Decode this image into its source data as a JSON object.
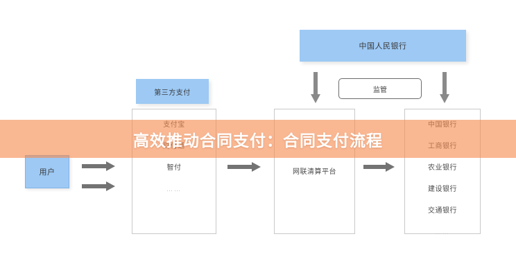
{
  "banner": {
    "title": "高效推动合同支付：合同支付流程",
    "background_color": "#F5AE82",
    "text_color": "#FFFFFF"
  },
  "diagram": {
    "accent_blue": "#9DC9F4",
    "arrow_gray": "#737373",
    "nodes": {
      "central_bank": {
        "label": "中国人民银行"
      },
      "regulation": {
        "label": "监管"
      },
      "third_party_header": {
        "label": "第三方支付"
      },
      "user": {
        "label": "用户"
      }
    },
    "columns": [
      {
        "id": "third-party-payment",
        "items": [
          {
            "label": "支付宝"
          },
          {
            "label": "财付通"
          },
          {
            "label": "智付"
          },
          {
            "label": "……"
          }
        ]
      },
      {
        "id": "clearing-platform",
        "items": [
          {
            "label": "网联清算平台"
          }
        ]
      },
      {
        "id": "banks",
        "items": [
          {
            "label": "中国银行"
          },
          {
            "label": "工商银行"
          },
          {
            "label": "农业银行"
          },
          {
            "label": "建设银行"
          },
          {
            "label": "交通银行"
          },
          {
            "label": "……"
          }
        ]
      }
    ],
    "arrows": [
      {
        "name": "user-to-third-party-top",
        "direction": "right"
      },
      {
        "name": "user-to-third-party-bottom",
        "direction": "right"
      },
      {
        "name": "third-party-to-clearing",
        "direction": "right"
      },
      {
        "name": "clearing-to-banks",
        "direction": "right"
      },
      {
        "name": "central-bank-to-clearing",
        "direction": "down"
      },
      {
        "name": "central-bank-to-banks",
        "direction": "down"
      }
    ]
  }
}
